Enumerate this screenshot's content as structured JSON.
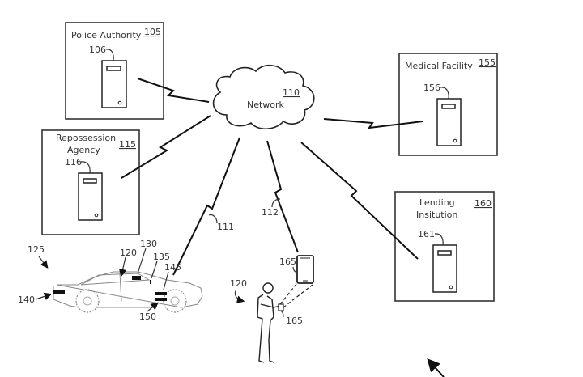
{
  "network": {
    "label": "Network",
    "ref": "110"
  },
  "entities": [
    {
      "id": "police",
      "label_lines": [
        "Police Authority"
      ],
      "ref": "105",
      "server_ref": "106"
    },
    {
      "id": "repossession",
      "label_lines": [
        "Repossession",
        "Agency"
      ],
      "ref": "115",
      "server_ref": "116"
    },
    {
      "id": "medical",
      "label_lines": [
        "Medical Facility"
      ],
      "ref": "155",
      "server_ref": "156"
    },
    {
      "id": "lending",
      "label_lines": [
        "Lending",
        "Insitution"
      ],
      "ref": "160",
      "server_ref": "161"
    }
  ],
  "links": {
    "vehicle_link_ref": "111",
    "device_link_ref": "112"
  },
  "vehicle": {
    "ref": "125",
    "parts": [
      "120",
      "130",
      "135",
      "145",
      "140",
      "150"
    ]
  },
  "user": {
    "ref": "120",
    "device_ref": "165",
    "handheld_ref": "165"
  }
}
